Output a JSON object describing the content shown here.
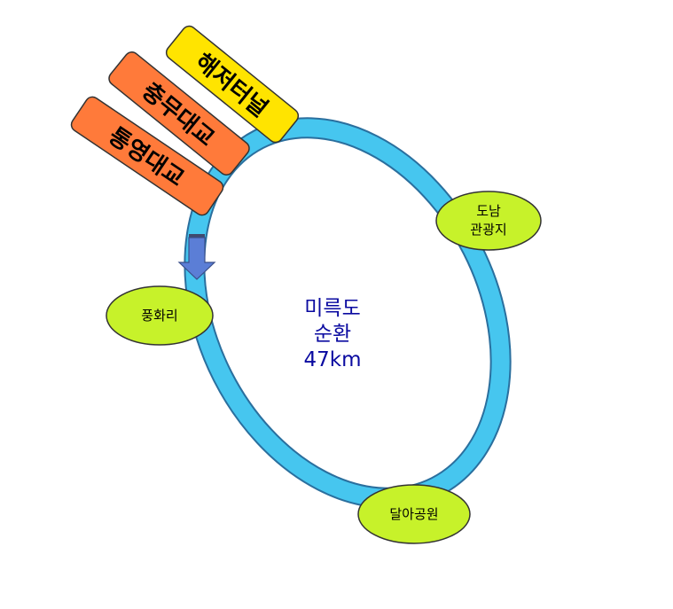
{
  "center_label": {
    "line1": "미륵도",
    "line2": "순환",
    "line3": "47km",
    "color": "#0a0aa0"
  },
  "ring": {
    "color": "#46c6ef",
    "stroke": "#2a6f9e"
  },
  "bridges": [
    {
      "label": "해저터널",
      "fill": "#ffe400"
    },
    {
      "label": "충무대교",
      "fill": "#ff7a3a"
    },
    {
      "label": "통영대교",
      "fill": "#ff7a3a"
    }
  ],
  "stops": [
    {
      "label": "도남",
      "label2": "관광지",
      "fill": "#c7f22a"
    },
    {
      "label": "풍화리",
      "fill": "#c7f22a"
    },
    {
      "label": "달아공원",
      "fill": "#c7f22a"
    }
  ],
  "arrow": {
    "fill": "#5b7ed6",
    "icon": "arrow-down-icon"
  }
}
